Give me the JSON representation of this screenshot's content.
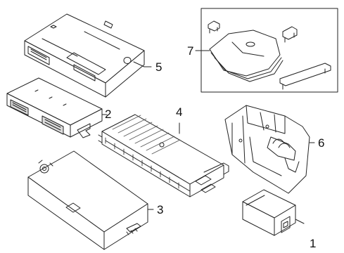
{
  "diagram": {
    "callouts": [
      {
        "id": "1",
        "label": "1"
      },
      {
        "id": "2",
        "label": "2"
      },
      {
        "id": "3",
        "label": "3"
      },
      {
        "id": "4",
        "label": "4"
      },
      {
        "id": "5",
        "label": "5"
      },
      {
        "id": "6",
        "label": "6"
      },
      {
        "id": "7",
        "label": "7"
      }
    ]
  },
  "colors": {
    "stroke": "#222222",
    "fill": "#ffffff",
    "shade": "#9a9a9a"
  }
}
